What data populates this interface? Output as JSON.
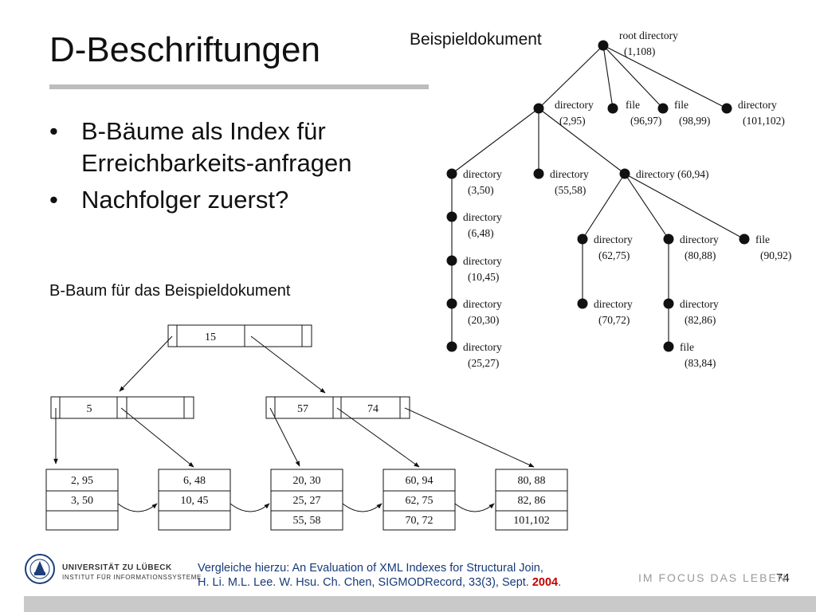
{
  "slide": {
    "title": "D-Beschriftungen",
    "bullets": [
      "B-Bäume als Index für Erreichbarkeits-anfragen",
      "Nachfolger zuerst?"
    ],
    "bullet_char": "•",
    "btree_caption": "B-Baum für das Beispieldokument",
    "doc_caption": "Beispieldokument",
    "page_number": "74",
    "reference": {
      "line1": "Vergleiche hierzu: An Evaluation of XML Indexes for Structural Join,",
      "line2": "H. Li. M.L. Lee. W. Hsu. Ch. Chen, SIGMODRecord, 33(3), Sept.",
      "year": "2004",
      "end": "."
    },
    "footer": {
      "university": "UNIVERSITÄT ZU LÜBECK",
      "institute": "INSTITUT FÜR INFORMATIONSSYSTEME",
      "motto": "IM FOCUS DAS LEBEN"
    }
  },
  "doc_tree": {
    "nodes": [
      {
        "id": "root",
        "lines": [
          "root directory",
          "(1,108)"
        ]
      },
      {
        "id": "d2",
        "lines": [
          "directory",
          "(2,95)"
        ]
      },
      {
        "id": "f96",
        "lines": [
          "file",
          "(96,97)"
        ]
      },
      {
        "id": "f98",
        "lines": [
          "file",
          "(98,99)"
        ]
      },
      {
        "id": "d101",
        "lines": [
          "directory",
          "(101,102)"
        ]
      },
      {
        "id": "d3",
        "lines": [
          "directory",
          "(3,50)"
        ]
      },
      {
        "id": "d55",
        "lines": [
          "directory",
          "(55,58)"
        ]
      },
      {
        "id": "d60",
        "lines": [
          "directory (60,94)"
        ]
      },
      {
        "id": "d6",
        "lines": [
          "directory",
          "(6,48)"
        ]
      },
      {
        "id": "d10",
        "lines": [
          "directory",
          "(10,45)"
        ]
      },
      {
        "id": "d20",
        "lines": [
          "directory",
          "(20,30)"
        ]
      },
      {
        "id": "d25",
        "lines": [
          "directory",
          "(25,27)"
        ]
      },
      {
        "id": "d62",
        "lines": [
          "directory",
          "(62,75)"
        ]
      },
      {
        "id": "d80",
        "lines": [
          "directory",
          "(80,88)"
        ]
      },
      {
        "id": "f90",
        "lines": [
          "file",
          "(90,92)"
        ]
      },
      {
        "id": "d70",
        "lines": [
          "directory",
          "(70,72)"
        ]
      },
      {
        "id": "d82",
        "lines": [
          "directory",
          "(82,86)"
        ]
      },
      {
        "id": "f83",
        "lines": [
          "file",
          "(83,84)"
        ]
      }
    ],
    "edges": [
      [
        "root",
        "d2"
      ],
      [
        "root",
        "f96"
      ],
      [
        "root",
        "f98"
      ],
      [
        "root",
        "d101"
      ],
      [
        "d2",
        "d3"
      ],
      [
        "d2",
        "d55"
      ],
      [
        "d2",
        "d60"
      ],
      [
        "d3",
        "d6"
      ],
      [
        "d6",
        "d10"
      ],
      [
        "d10",
        "d20"
      ],
      [
        "d20",
        "d25"
      ],
      [
        "d60",
        "d62"
      ],
      [
        "d60",
        "d80"
      ],
      [
        "d60",
        "f90"
      ],
      [
        "d62",
        "d70"
      ],
      [
        "d80",
        "d82"
      ],
      [
        "d82",
        "f83"
      ]
    ]
  },
  "btree": {
    "root_key": "15",
    "left_inner_key": "5",
    "right_inner_keys": [
      "57",
      "74"
    ],
    "leaves": [
      [
        "2, 95",
        "3, 50",
        ""
      ],
      [
        "6, 48",
        "10, 45",
        ""
      ],
      [
        "20, 30",
        "25, 27",
        "55, 58"
      ],
      [
        "60, 94",
        "62, 75",
        "70, 72"
      ],
      [
        "80, 88",
        "82, 86",
        "101,102"
      ]
    ]
  }
}
